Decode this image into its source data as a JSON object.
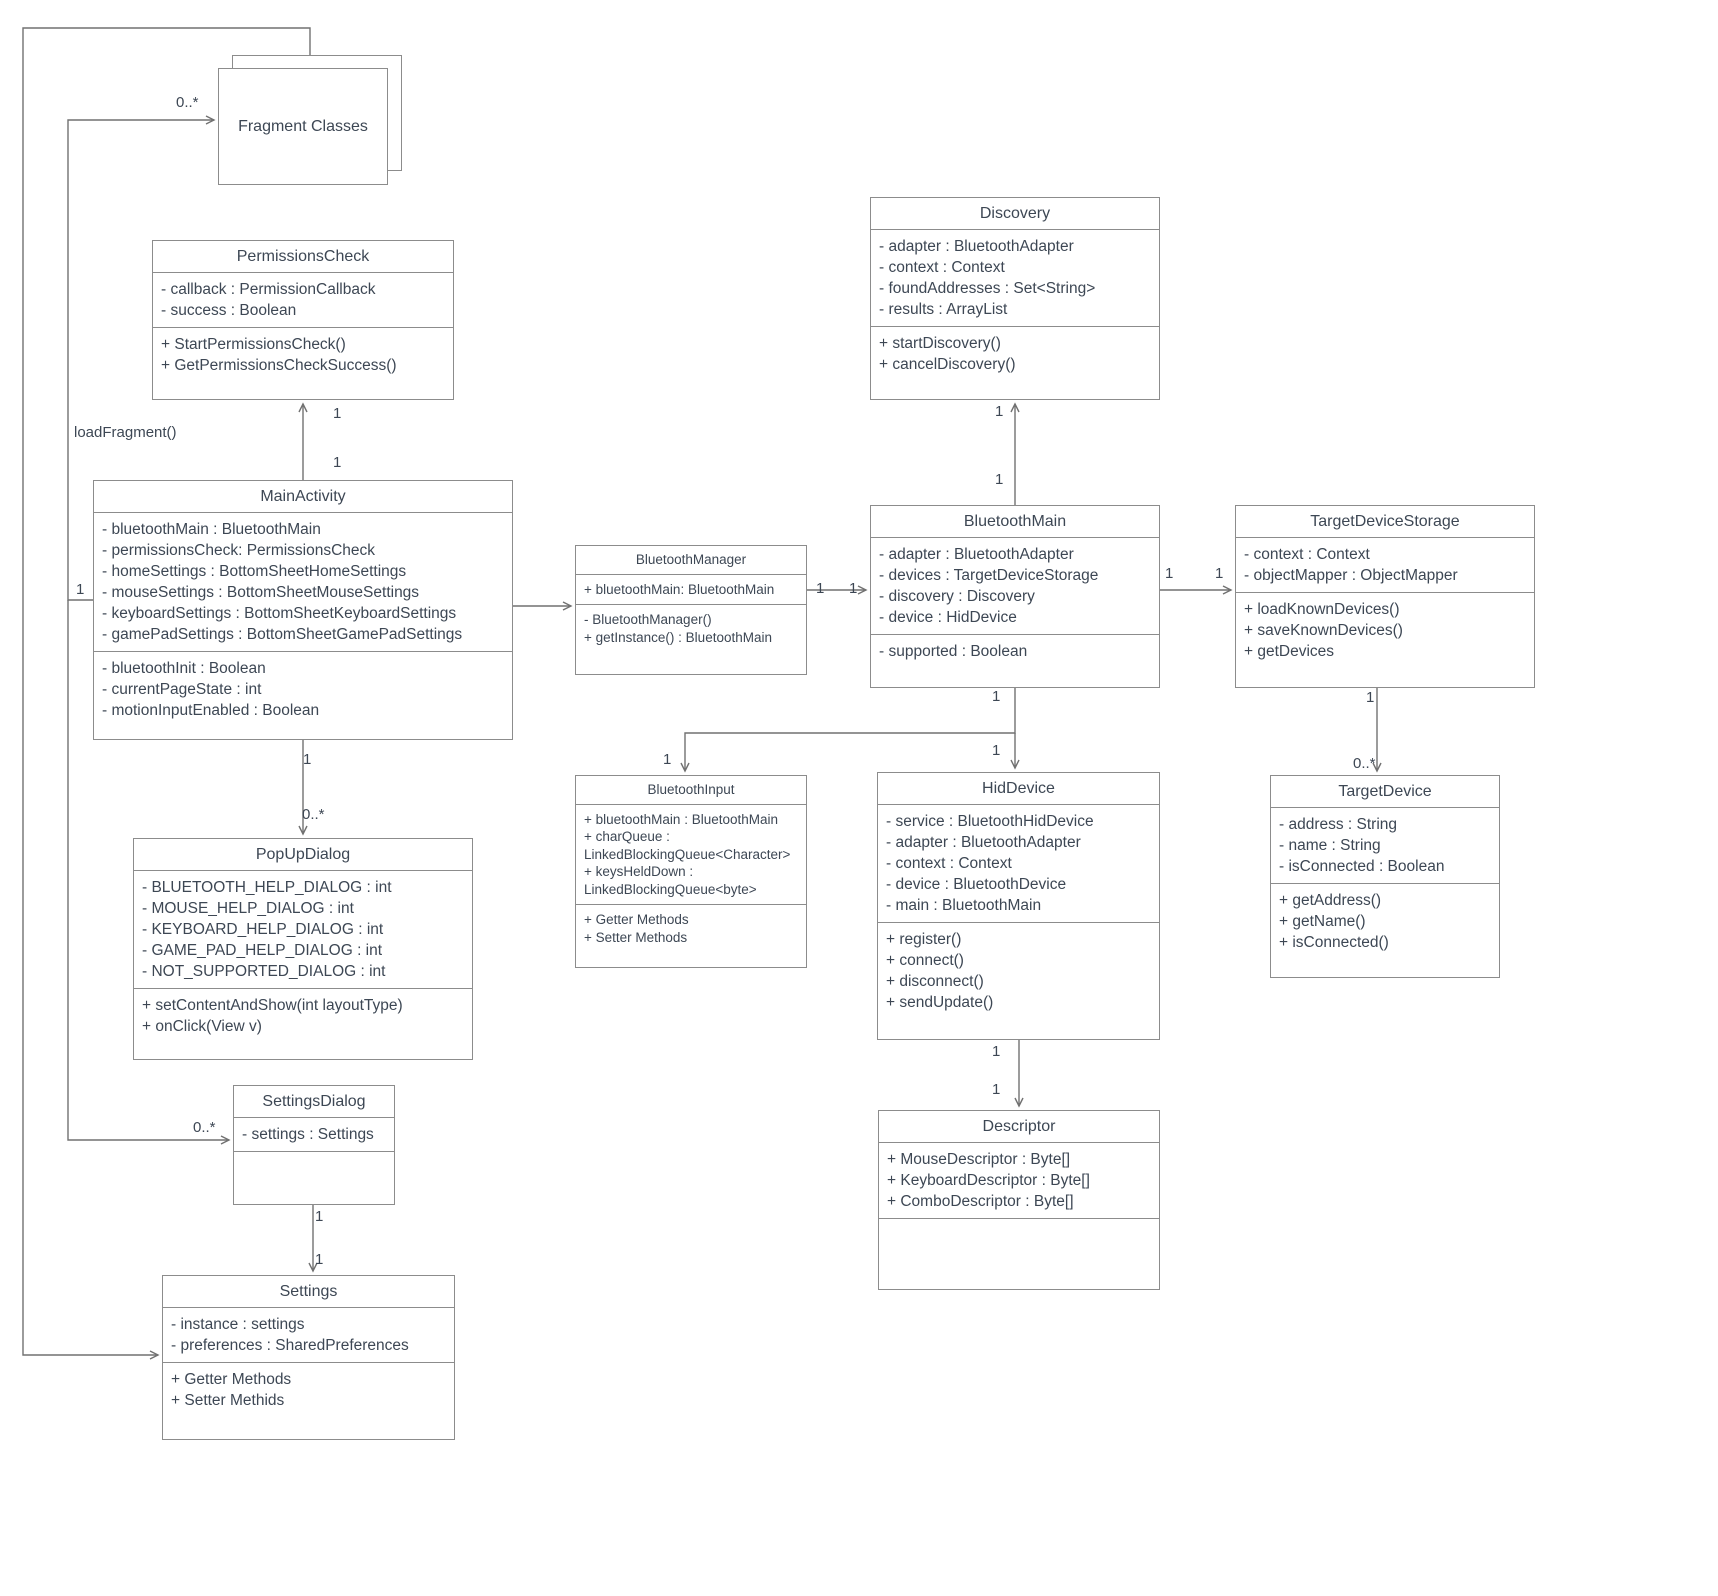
{
  "classes": {
    "FragmentClasses": {
      "name": "Fragment Classes"
    },
    "PermissionsCheck": {
      "name": "PermissionsCheck",
      "attributes": [
        "- callback : PermissionCallback",
        "- success : Boolean"
      ],
      "methods": [
        "+ StartPermissionsCheck()",
        "+ GetPermissionsCheckSuccess()"
      ]
    },
    "MainActivity": {
      "name": "MainActivity",
      "attributes": [
        "- bluetoothMain : BluetoothMain",
        "- permissionsCheck: PermissionsCheck",
        "- homeSettings : BottomSheetHomeSettings",
        "- mouseSettings : BottomSheetMouseSettings",
        "- keyboardSettings : BottomSheetKeyboardSettings",
        "- gamePadSettings : BottomSheetGamePadSettings"
      ],
      "attributes2": [
        "- bluetoothInit : Boolean",
        "- currentPageState : int",
        "- motionInputEnabled : Boolean"
      ]
    },
    "Discovery": {
      "name": "Discovery",
      "attributes": [
        "- adapter : BluetoothAdapter",
        "- context : Context",
        "- foundAddresses : Set<String>",
        "- results : ArrayList"
      ],
      "methods": [
        "+ startDiscovery()",
        "+ cancelDiscovery()"
      ]
    },
    "BluetoothManager": {
      "name": "BluetoothManager",
      "attributes": [
        "+ bluetoothMain: BluetoothMain"
      ],
      "methods": [
        "- BluetoothManager()",
        "+ getInstance() : BluetoothMain"
      ]
    },
    "BluetoothMain": {
      "name": "BluetoothMain",
      "attributes": [
        "- adapter : BluetoothAdapter",
        "- devices : TargetDeviceStorage",
        "- discovery : Discovery",
        "- device : HidDevice"
      ],
      "attributes2": [
        "- supported : Boolean"
      ]
    },
    "TargetDeviceStorage": {
      "name": "TargetDeviceStorage",
      "attributes": [
        "- context : Context",
        "- objectMapper : ObjectMapper"
      ],
      "methods": [
        "+ loadKnownDevices()",
        "+ saveKnownDevices()",
        "+ getDevices"
      ]
    },
    "PopUpDialog": {
      "name": "PopUpDialog",
      "attributes": [
        "- BLUETOOTH_HELP_DIALOG : int",
        "- MOUSE_HELP_DIALOG : int",
        "- KEYBOARD_HELP_DIALOG : int",
        "- GAME_PAD_HELP_DIALOG : int",
        "- NOT_SUPPORTED_DIALOG : int"
      ],
      "methods": [
        "+ setContentAndShow(int layoutType)",
        "+ onClick(View v)"
      ]
    },
    "BluetoothInput": {
      "name": "BluetoothInput",
      "attributes": [
        "+ bluetoothMain : BluetoothMain",
        "+ charQueue : LinkedBlockingQueue<Character>",
        "+ keysHeldDown : LinkedBlockingQueue<byte>"
      ],
      "methods": [
        "+ Getter Methods",
        "+ Setter Methods"
      ]
    },
    "HidDevice": {
      "name": "HidDevice",
      "attributes": [
        "- service : BluetoothHidDevice",
        "- adapter : BluetoothAdapter",
        "- context : Context",
        "- device : BluetoothDevice",
        "- main : BluetoothMain"
      ],
      "methods": [
        "+ register()",
        "+ connect()",
        "+ disconnect()",
        "+ sendUpdate()"
      ]
    },
    "TargetDevice": {
      "name": "TargetDevice",
      "attributes": [
        "- address : String",
        "- name : String",
        "- isConnected : Boolean"
      ],
      "methods": [
        "+ getAddress()",
        "+ getName()",
        "+ isConnected()"
      ]
    },
    "SettingsDialog": {
      "name": "SettingsDialog",
      "attributes": [
        "- settings : Settings"
      ],
      "methods": []
    },
    "Settings": {
      "name": "Settings",
      "attributes": [
        "- instance : settings",
        "- preferences : SharedPreferences"
      ],
      "methods": [
        "+ Getter Methods",
        "+ Setter Methids"
      ]
    },
    "Descriptor": {
      "name": "Descriptor",
      "attributes": [
        "+ MouseDescriptor : Byte[]",
        "+ KeyboardDescriptor : Byte[]",
        "+ ComboDescriptor : Byte[]"
      ],
      "methods": []
    }
  },
  "labels": {
    "mult_fragment": "0..*",
    "op_load_fragment": "loadFragment()",
    "m_permissionscheck_tgt": "1",
    "m_permissionscheck_src": "1",
    "m_mainactivity_left": "1",
    "m_btmanager_to_btmain_src": "1",
    "m_btmanager_to_btmain_tgt": "1",
    "m_discovery_tgt": "1",
    "m_discovery_src": "1",
    "m_btmain_to_tds_src": "1",
    "m_btmain_to_tds_tgt": "1",
    "m_tds_to_td_src": "1",
    "mult_targetdevice": "0..*",
    "m_btmain_bottom": "1",
    "m_btinput_tgt": "1",
    "m_hiddevice_tgt": "1",
    "m_hiddevice_src": "1",
    "m_descriptor_tgt": "1",
    "m_mainactivity_bottom": "1",
    "mult_popupdialog": "0..*",
    "mult_settingsdialog": "0..*",
    "m_settingsdialog_bottom": "1",
    "m_settings_top": "1"
  },
  "colors": {
    "line": "#717171",
    "border": "#8c8c8c",
    "text": "#3d4754"
  }
}
